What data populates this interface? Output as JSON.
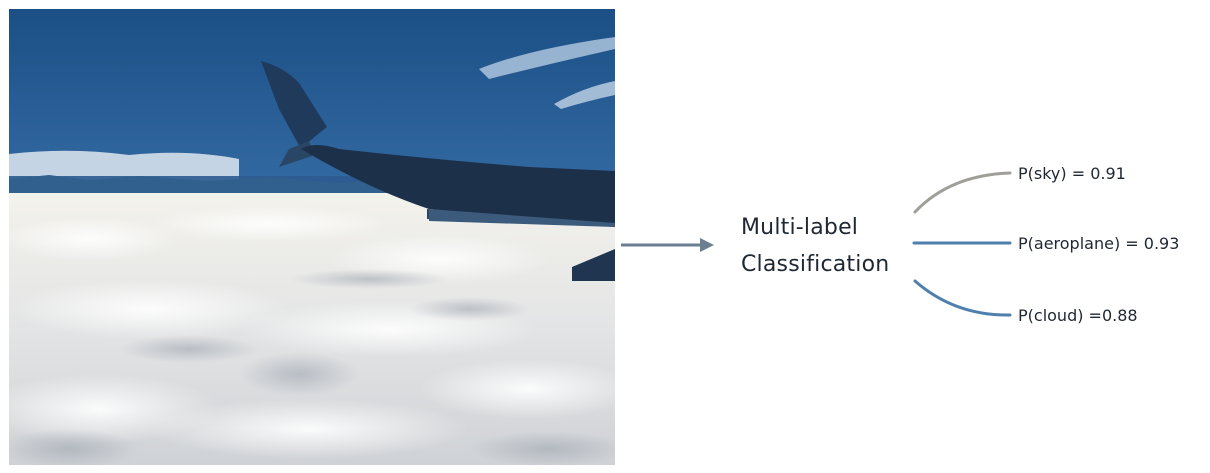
{
  "diagram": {
    "model": {
      "line1": "Multi-label",
      "line2": "Classification"
    },
    "outputs": [
      {
        "text": "P(sky) = 0.91",
        "label": "sky",
        "probability": 0.91,
        "color": "#9f9e99"
      },
      {
        "text": "P(aeroplane) = 0.93",
        "label": "aeroplane",
        "probability": 0.93,
        "color": "#4f80ad"
      },
      {
        "text": "P(cloud) =0.88",
        "label": "cloud",
        "probability": 0.88,
        "color": "#4f80ad"
      }
    ],
    "colors": {
      "input_arrow": "#6b7f93",
      "text": "#1f2733",
      "sky_top": "#1e5288",
      "sky_horizon": "#7fa9d4",
      "wing": "#1e3450",
      "cloud": "#e8e9ea"
    }
  }
}
